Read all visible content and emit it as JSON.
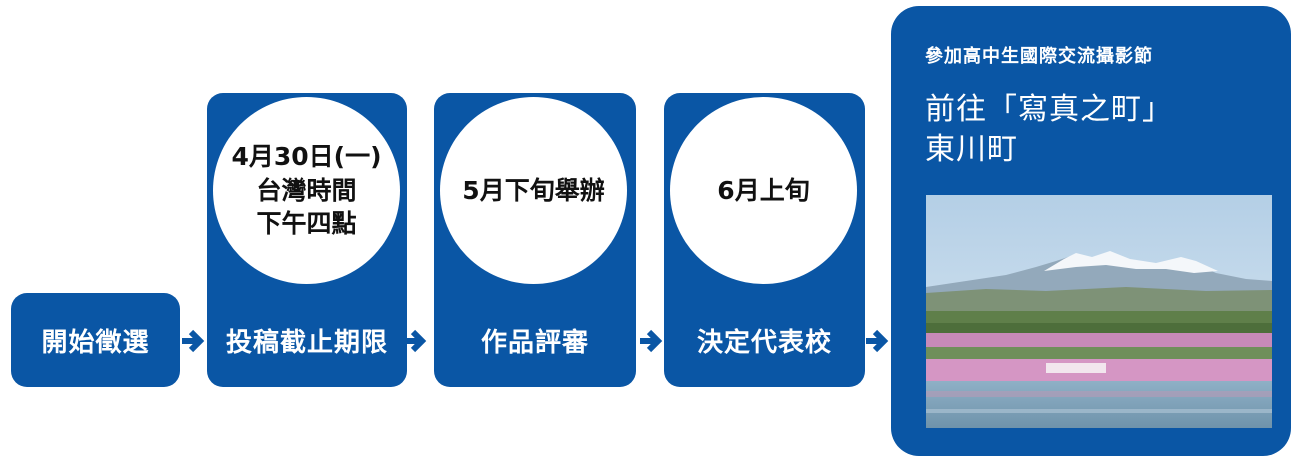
{
  "steps": [
    {
      "label": "開始徵選"
    },
    {
      "label": "投稿截止期限",
      "bubble": [
        "4月30日(一)",
        "台灣時間",
        "下午四點"
      ]
    },
    {
      "label": "作品評審",
      "bubble": [
        "5月下旬舉辦"
      ]
    },
    {
      "label": "決定代表校",
      "bubble": [
        "6月上旬"
      ]
    }
  ],
  "final": {
    "subtitle": "參加高中生國際交流攝影節",
    "title_lines": [
      "前往「寫真之町」",
      "東川町"
    ]
  },
  "colors": {
    "brand_blue": "#0a56a5",
    "bubble_bg": "#ffffff"
  },
  "icons": {
    "arrow": "chevron-right-arrow-icon"
  }
}
